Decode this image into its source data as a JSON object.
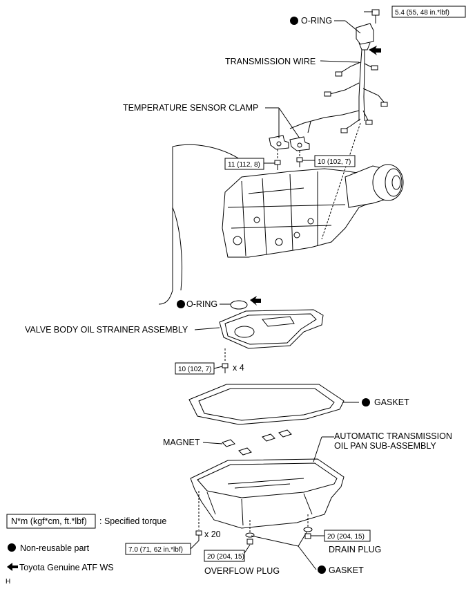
{
  "labels": {
    "oring_top": "O-RING",
    "transmission_wire": "TRANSMISSION WIRE",
    "temp_sensor_clamp": "TEMPERATURE SENSOR CLAMP",
    "oring_mid": "O-RING",
    "valve_body": "VALVE BODY OIL STRAINER ASSEMBLY",
    "gasket_pan": "GASKET",
    "magnet": "MAGNET",
    "oil_pan_line1": "AUTOMATIC TRANSMISSION",
    "oil_pan_line2": "OIL PAN SUB-ASSEMBLY",
    "drain_plug": "DRAIN PLUG",
    "overflow_plug": "OVERFLOW PLUG",
    "gasket_bottom": "GASKET",
    "corner_code": "H"
  },
  "torques": {
    "wire_bolt": "5.4 (55, 48 in.*lbf)",
    "clamp_left": "11 (112, 8)",
    "clamp_right": "10 (102, 7)",
    "strainer": "10 (102, 7)",
    "pan_bolts": "7.0 (71, 62 in.*lbf)",
    "drain": "20 (204, 15)",
    "overflow": "20 (204, 15)"
  },
  "quantities": {
    "strainer_bolts": "x 4",
    "pan_bolts": "x 20"
  },
  "legend": {
    "torque_box": "N*m (kgf*cm, ft.*lbf)",
    "torque_desc": ": Specified torque",
    "non_reusable": "Non-reusable part",
    "atf": "Toyota Genuine ATF WS"
  }
}
